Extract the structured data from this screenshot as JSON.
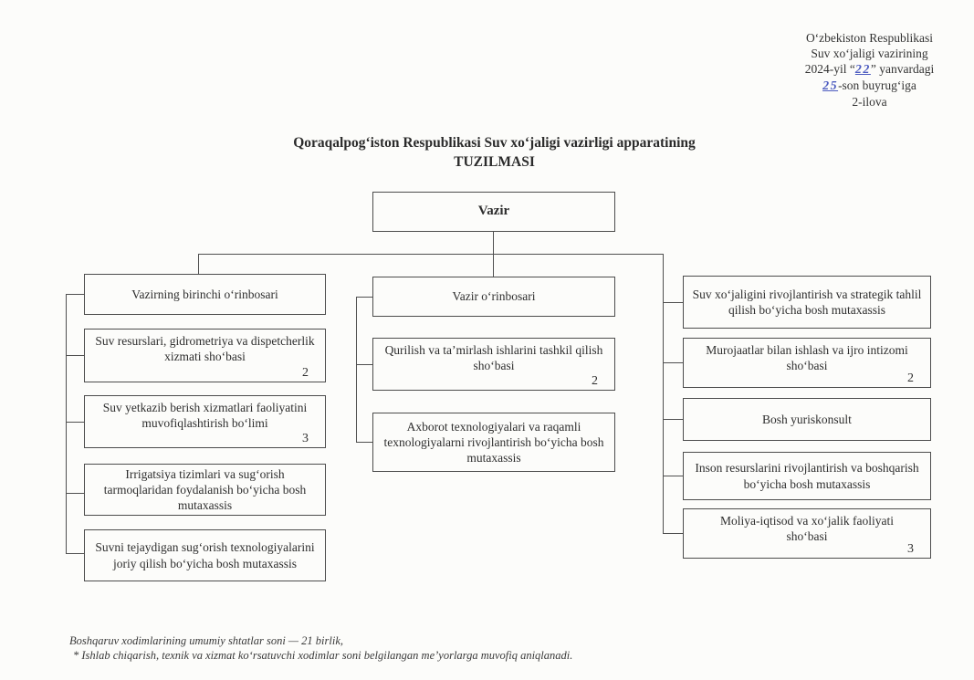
{
  "header_note": {
    "line1": "O‘zbekiston Respublikasi",
    "line2": "Suv xo‘jaligi vazirining",
    "line3_prefix": "2024-yil “",
    "line3_day": "22",
    "line3_suffix": "” yanvardagi",
    "line4_number": "25",
    "line4_suffix": "-son buyrug‘iga",
    "line5": "2-ilova"
  },
  "title": {
    "line1": "Qoraqalpog‘iston Respublikasi Suv xo‘jaligi vazirligi apparatining",
    "line2": "TUZILMASI"
  },
  "chart": {
    "type": "org-tree",
    "root": {
      "label": "Vazir"
    },
    "left_branch": {
      "head": {
        "label": "Vazirning birinchi o‘rinbosari"
      },
      "children": [
        {
          "label": "Suv resurslari, gidrometriya va dispetcherlik xizmati sho‘basi",
          "staff_count": "2"
        },
        {
          "label": "Suv yetkazib berish xizmatlari faoliyatini muvofiqlashtirish bo‘limi",
          "staff_count": "3"
        },
        {
          "label": "Irrigatsiya tizimlari va sug‘orish tarmoqlaridan foydalanish bo‘yicha bosh mutaxassis"
        },
        {
          "label": "Suvni tejaydigan sug‘orish texnologiyalarini joriy qilish bo‘yicha bosh mutaxassis"
        }
      ]
    },
    "middle_branch": {
      "head": {
        "label": "Vazir o‘rinbosari"
      },
      "children": [
        {
          "label": "Qurilish va ta’mirlash ishlarini tashkil qilish sho‘basi",
          "staff_count": "2"
        },
        {
          "label": "Axborot texnologiyalari va raqamli texnologiyalarni rivojlantirish bo‘yicha bosh mutaxassis"
        }
      ]
    },
    "right_branch": {
      "children": [
        {
          "label": "Suv xo‘jaligini rivojlantirish va strategik tahlil qilish bo‘yicha bosh mutaxassis"
        },
        {
          "label": "Murojaatlar bilan ishlash va ijro intizomi sho‘basi",
          "staff_count": "2"
        },
        {
          "label": "Bosh yuriskonsult"
        },
        {
          "label": "Inson resurslarini rivojlantirish va boshqarish bo‘yicha bosh mutaxassis"
        },
        {
          "label": "Moliya-iqtisod va xo‘jalik faoliyati sho‘basi",
          "staff_count": "3"
        }
      ]
    }
  },
  "footer": {
    "line1": "Boshqaruv xodimlarining umumiy shtatlar soni — 21 birlik,",
    "line2": "* Ishlab chiqarish, texnik va xizmat ko‘rsatuvchi xodimlar soni belgilangan me’yorlarga muvofiq aniqlanadi."
  },
  "colors": {
    "ink": "#2e2e2e",
    "box_border": "#4c4c4c",
    "handwriting_blue": "#4d5cc0",
    "paper": "#fcfcfa"
  }
}
